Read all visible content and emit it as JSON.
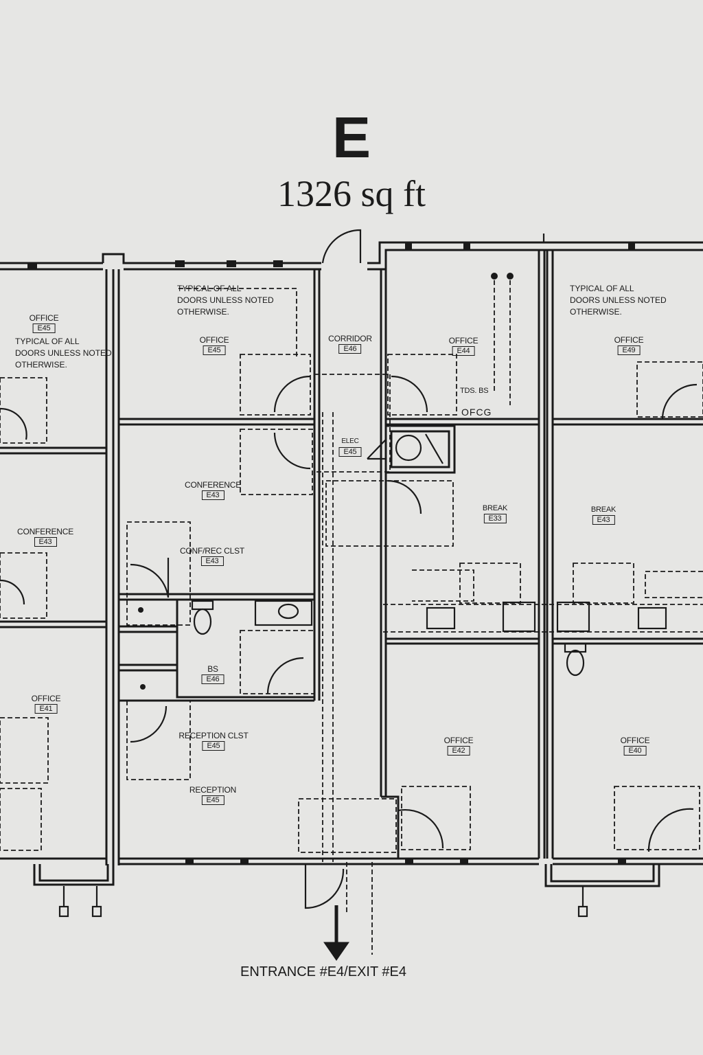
{
  "unit": {
    "letter": "E",
    "area": "1326 sq ft"
  },
  "notes": [
    {
      "line1": "TYPICAL OF ALL",
      "line2": "DOORS UNLESS NOTED",
      "line3": "OTHERWISE."
    },
    {
      "line1": "TYPICAL OF ALL",
      "line2": "DOORS UNLESS NOTED",
      "line3": "OTHERWISE."
    },
    {
      "line1": "TYPICAL OF ALL",
      "line2": "DOORS UNLESS NOTED",
      "line3": "OTHERWISE."
    }
  ],
  "rooms": {
    "office_left_top": {
      "name": "OFFICE",
      "code": "E45"
    },
    "conference_left": {
      "name": "CONFERENCE",
      "code": "E43"
    },
    "office_left_bottom": {
      "name": "OFFICE",
      "code": "E41"
    },
    "office_e45": {
      "name": "OFFICE",
      "code": "E45"
    },
    "corridor": {
      "name": "CORRIDOR",
      "code": "E46"
    },
    "office_e44": {
      "name": "OFFICE",
      "code": "E44"
    },
    "office_right_top": {
      "name": "OFFICE",
      "code": "E49"
    },
    "elec": {
      "name": "ELEC",
      "code": "E45"
    },
    "conference": {
      "name": "CONFERENCE",
      "code": "E43"
    },
    "conf_rec_clst": {
      "name": "CONF/REC CLST",
      "code": "E43"
    },
    "break": {
      "name": "BREAK",
      "code": "E33"
    },
    "break_right": {
      "name": "BREAK",
      "code": "E43"
    },
    "bs": {
      "name": "BS",
      "code": "E46"
    },
    "reception_clst": {
      "name": "RECEPTION CLST",
      "code": "E45"
    },
    "reception": {
      "name": "RECEPTION",
      "code": "E45"
    },
    "office_e42": {
      "name": "OFFICE",
      "code": "E42"
    },
    "office_e40": {
      "name": "OFFICE",
      "code": "E40"
    }
  },
  "tags": {
    "tds": "TDS. BS",
    "ofcg": "OFCG"
  },
  "entrance": "ENTRANCE #E4/EXIT #E4",
  "colors": {
    "paper": "#e6e6e4",
    "ink": "#1a1a1a"
  }
}
